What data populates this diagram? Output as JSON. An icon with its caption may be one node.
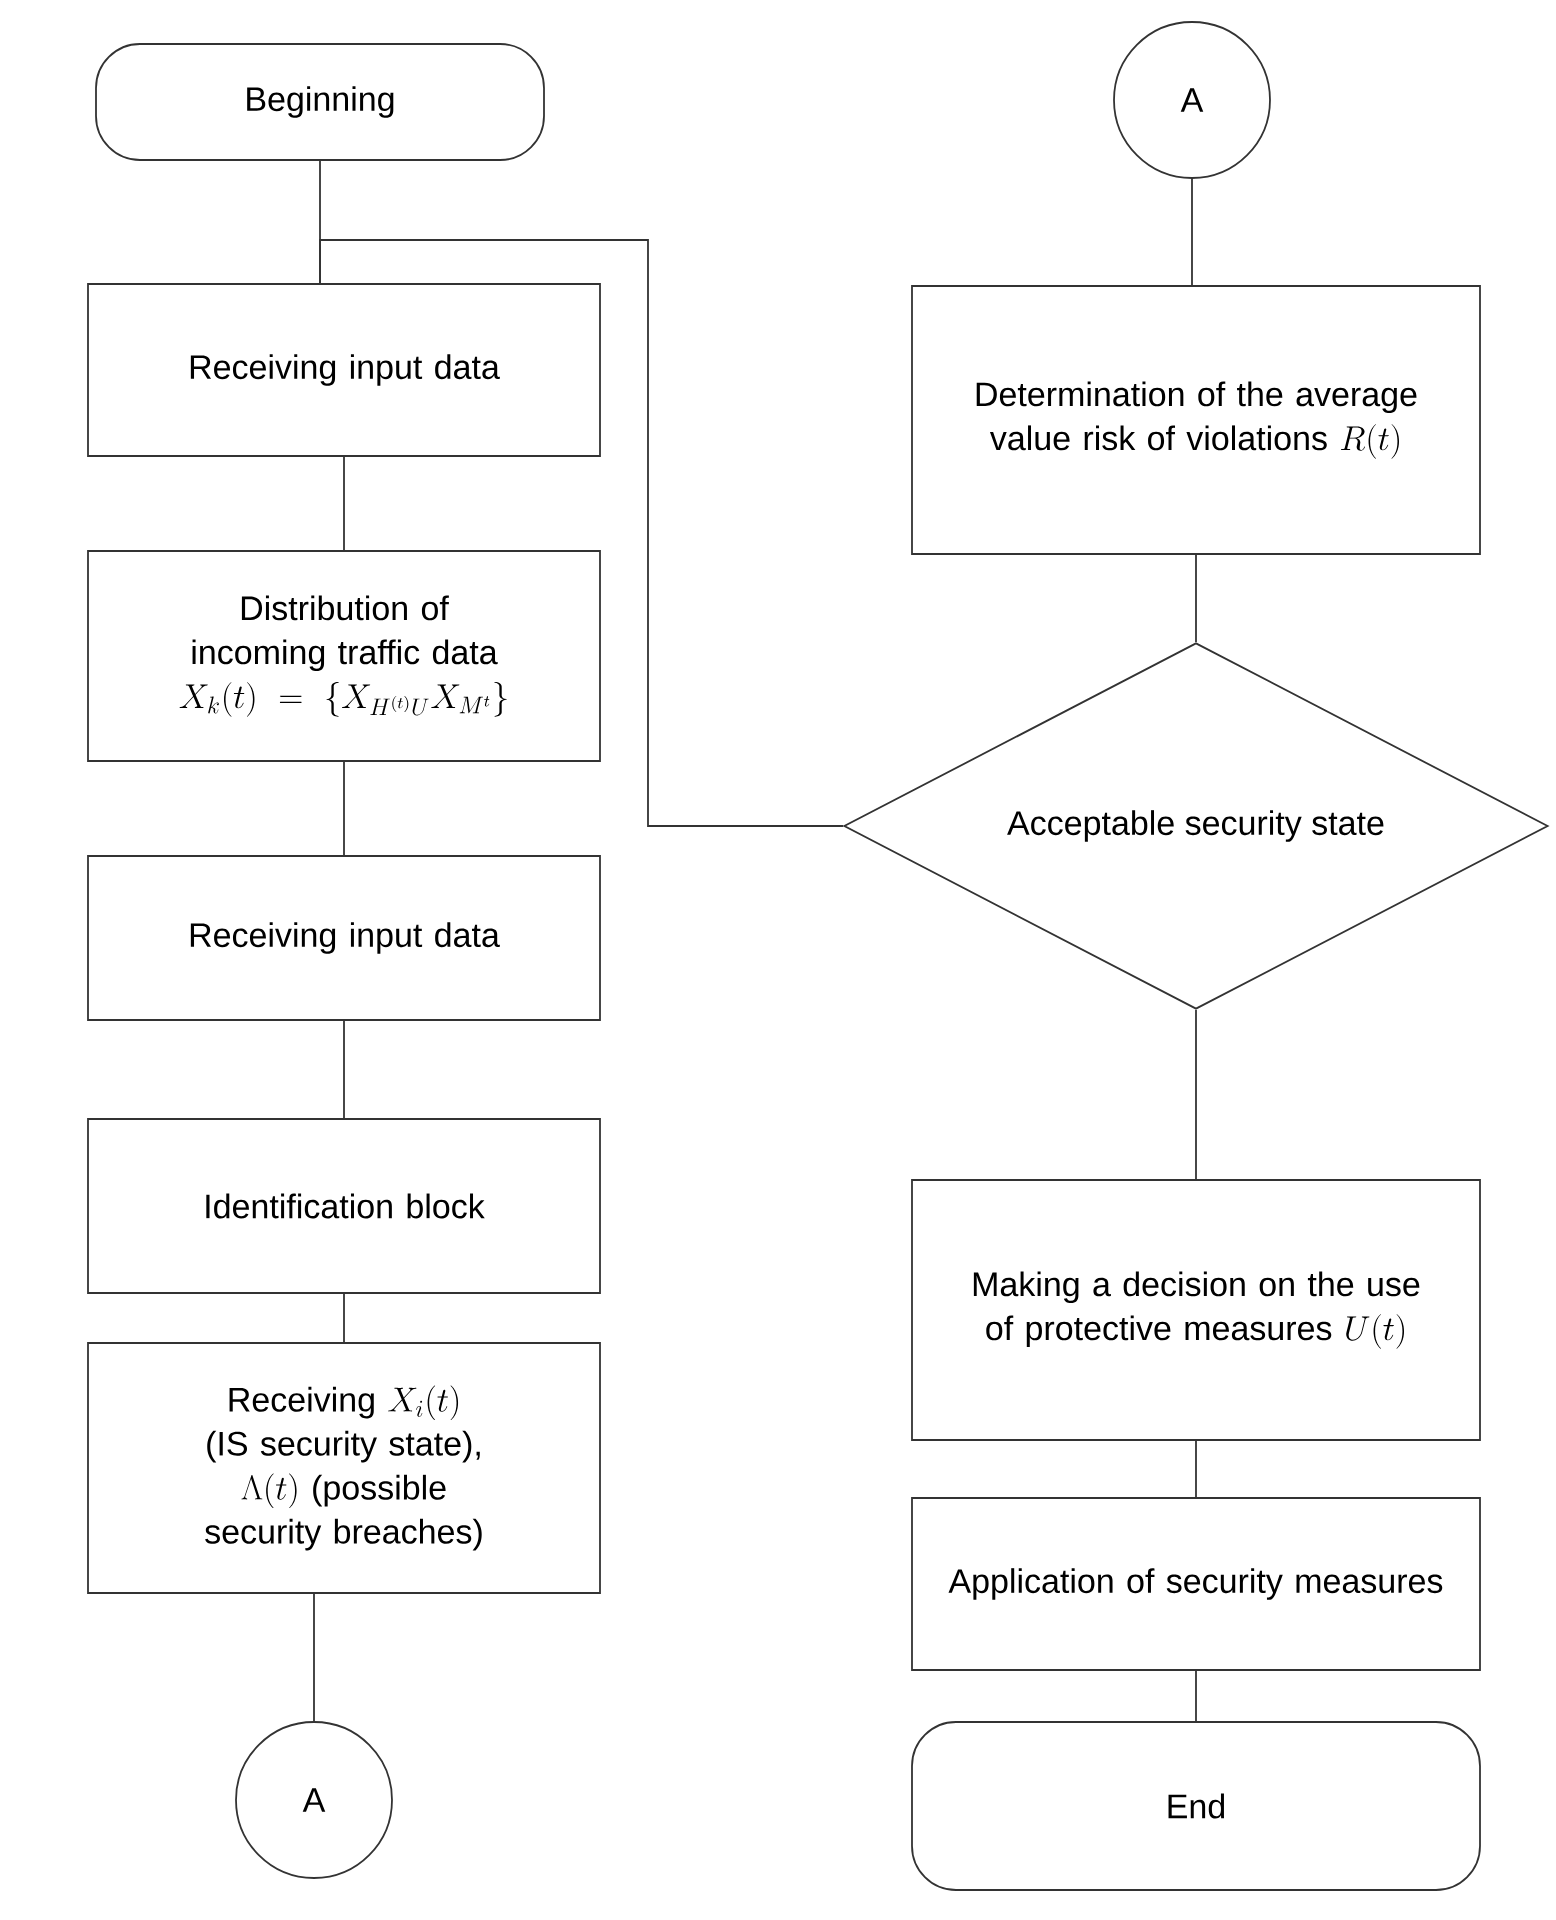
{
  "diagram": {
    "nodes": [
      {
        "text": [
          "Beginning"
        ]
      },
      {
        "text": [
          "Receiving input data"
        ]
      },
      {
        "text": [
          "Distribution of incoming traffic data",
          "X_k(t) = \\{X_{H^{(t)}U}X_{M^{t}}\\}"
        ]
      },
      {
        "text": [
          "Receiving input data"
        ]
      },
      {
        "text": [
          "Identification block"
        ]
      },
      {
        "text": [
          "Receiving",
          "X_i(t)",
          "(IS security state),",
          "\\Lambda(t)",
          "(possible security breaches)"
        ]
      },
      {
        "text": [
          "A"
        ]
      },
      {
        "text": [
          "A"
        ]
      },
      {
        "text": [
          "Determination of the average value risk of violations",
          "R(t)"
        ]
      },
      {
        "text": [
          "Acceptable security state"
        ]
      },
      {
        "text": [
          "Making a decision on the use of protective measures",
          "U(t)"
        ]
      },
      {
        "text": [
          "Application of security measures"
        ]
      },
      {
        "text": [
          "End"
        ]
      }
    ],
    "edges": [
      {
        "from": 0,
        "to": 1,
        "arrow": "none"
      },
      {
        "from": 1,
        "to": 2,
        "arrow": "none"
      },
      {
        "from": 2,
        "to": 3,
        "arrow": "none"
      },
      {
        "from": 3,
        "to": 4,
        "arrow": "none"
      },
      {
        "from": 4,
        "to": 5,
        "arrow": "none"
      },
      {
        "from": 5,
        "to": 6,
        "arrow": "none"
      },
      {
        "from": 7,
        "to": 8,
        "arrow": "none"
      },
      {
        "from": 8,
        "to": 9,
        "arrow": "none"
      },
      {
        "from": 9,
        "to": 10,
        "arrow": "none"
      },
      {
        "from": 10,
        "to": 11,
        "arrow": "none"
      },
      {
        "from": 11,
        "to": 12,
        "arrow": "none"
      },
      {
        "from": 9,
        "to": 1,
        "arrow": "none"
      }
    ]
  }
}
